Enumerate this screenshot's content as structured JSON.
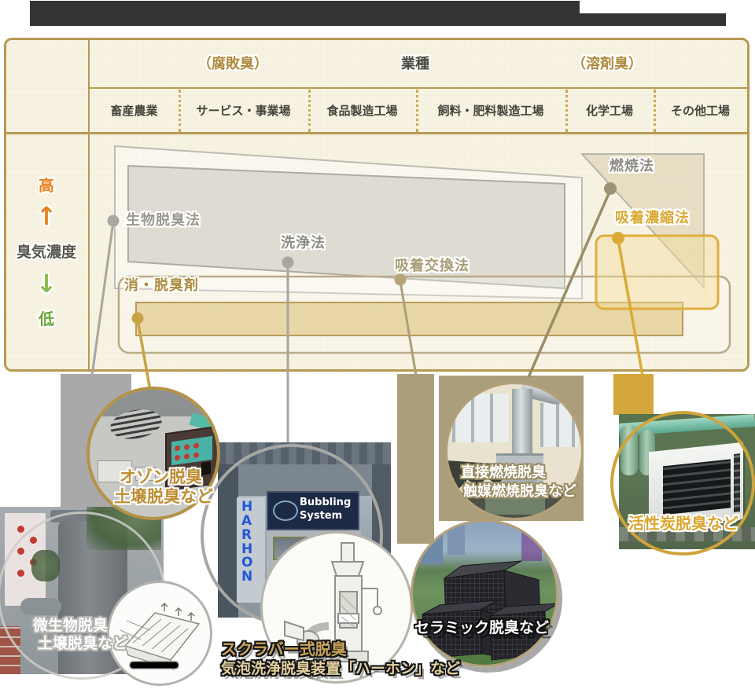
{
  "header": {
    "left_group": "（腐敗臭）",
    "center": "業種",
    "right_group": "（溶剤臭）",
    "columns": [
      "畜産農業",
      "サービス・事業場",
      "食品製造工場",
      "飼料・肥料製造工場",
      "化学工場",
      "その他工場"
    ]
  },
  "y_axis": {
    "high": "高",
    "arrow_up": "↑",
    "label": "臭気濃度",
    "arrow_down": "↓",
    "low": "低"
  },
  "methods": {
    "bio": "生物脱臭法",
    "washing": "洗浄法",
    "adsorption_exchange": "吸着交換法",
    "combustion": "燃焼法",
    "adsorption_concentration": "吸着濃縮法",
    "deodorant": "消・脱臭剤"
  },
  "photos": {
    "ozone": {
      "caption1": "オゾン脱臭",
      "caption2": "土壌脱臭など"
    },
    "microbial": {
      "caption1": "微生物脱臭",
      "caption2": "土壌脱臭など"
    },
    "scrubber": {
      "caption1": "スクラバー式脱臭",
      "caption2": "気泡洗浄脱臭装置「ハーホン」など",
      "sign_line1": "Bubbling",
      "sign_line2": "System",
      "side_text": "HARHON"
    },
    "ceramic": {
      "caption1": "セラミック脱臭など"
    },
    "direct_combustion": {
      "caption1": "直接燃焼脱臭",
      "caption2": "触媒燃焼脱臭など"
    },
    "activated_carbon": {
      "caption1": "活性炭脱臭など"
    }
  },
  "colors": {
    "table_border": "#b69a50",
    "cream_bg": "#f9f5e6",
    "accent_gold": "#d9ab36",
    "gold_text": "#ad8b3d",
    "orange": "#e8821e",
    "green": "#7cb24a",
    "gray_line": "#a8a69e",
    "tan_band": "#ab9f7b",
    "gold_band": "#d3a73c",
    "topbar": "#333333"
  }
}
